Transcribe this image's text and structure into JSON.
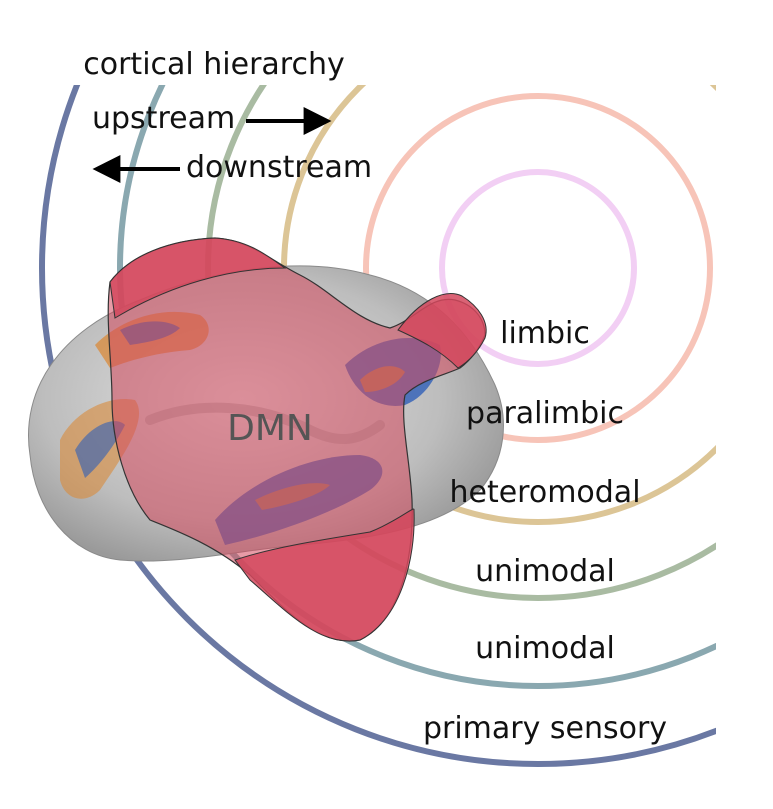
{
  "title": "cortical hierarchy",
  "direction": {
    "upstream": "upstream",
    "downstream": "downstream"
  },
  "center_label": "DMN",
  "rings": [
    {
      "label": "limbic",
      "color": "#f2cff4"
    },
    {
      "label": "paralimbic",
      "color": "#f7c4b8"
    },
    {
      "label": "heteromodal",
      "color": "#dcc596"
    },
    {
      "label": "unimodal",
      "color": "#a9bba2"
    },
    {
      "label": "unimodal",
      "color": "#8aa8b0"
    },
    {
      "label": "primary sensory",
      "color": "#6a78a3"
    }
  ],
  "colors": {
    "dmn_fill": "#d4485d",
    "brain_surface": "#c8c8c8",
    "activation_blue": "#2f5fb8",
    "activation_orange": "#d98a3a"
  }
}
